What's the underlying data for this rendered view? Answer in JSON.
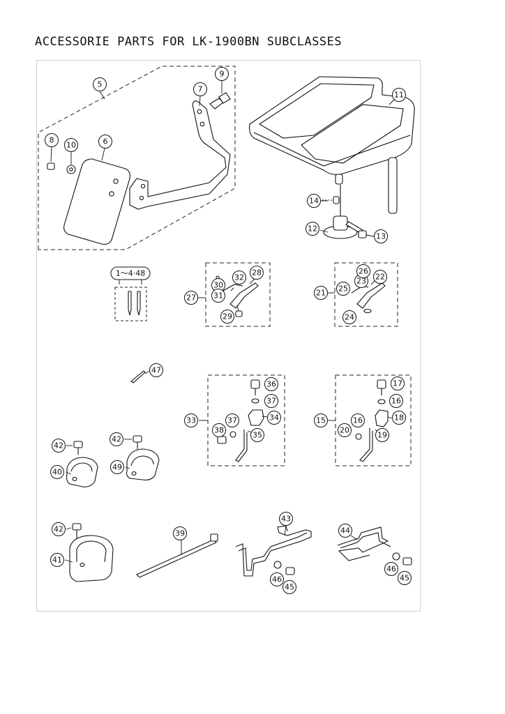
{
  "title": "ACCESSORIE PARTS FOR LK-1900BN SUBCLASSES",
  "callouts": {
    "c1": "1～4·48",
    "c5": "5",
    "c6": "6",
    "c7": "7",
    "c8": "8",
    "c9": "9",
    "c10": "10",
    "c11": "11",
    "c12": "12",
    "c13": "13",
    "c14": "14",
    "c15": "15",
    "c16a": "16",
    "c16b": "16",
    "c17": "17",
    "c18": "18",
    "c19": "19",
    "c20": "20",
    "c21": "21",
    "c22": "22",
    "c23": "23",
    "c24": "24",
    "c25": "25",
    "c26": "26",
    "c27": "27",
    "c28": "28",
    "c29": "29",
    "c30": "30",
    "c31": "31",
    "c32": "32",
    "c33": "33",
    "c34": "34",
    "c35": "35",
    "c36": "36",
    "c37a": "37",
    "c37b": "37",
    "c38": "38",
    "c39": "39",
    "c40": "40",
    "c41": "41",
    "c42a": "42",
    "c42b": "42",
    "c42c": "42",
    "c43": "43",
    "c44": "44",
    "c45a": "45",
    "c45b": "45",
    "c46a": "46",
    "c46b": "46",
    "c47": "47",
    "c49": "49"
  }
}
